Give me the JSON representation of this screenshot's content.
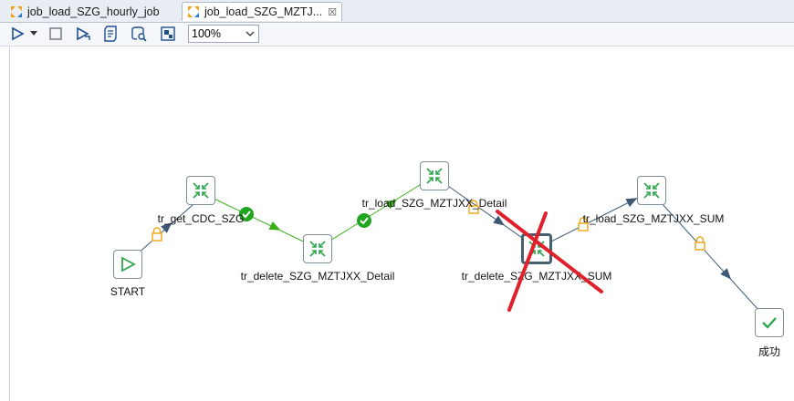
{
  "tabs": [
    {
      "label": "job_load_SZG_hourly_job",
      "active": false
    },
    {
      "label": "job_load_SZG_MZTJ...",
      "active": true,
      "close": "☒"
    }
  ],
  "toolbar": {
    "zoom_value": "100%",
    "buttons": [
      "run-icon",
      "run-dropdown-icon",
      "stop-icon",
      "replay-icon",
      "verify-icon",
      "preview-icon",
      "impact-analysis-icon"
    ]
  },
  "nodes": [
    {
      "id": "start",
      "label": "START",
      "type": "start"
    },
    {
      "id": "get_cdc",
      "label": "tr_get_CDC_SZG",
      "type": "transformation"
    },
    {
      "id": "delete_detail",
      "label": "tr_delete_SZG_MZTJXX_Detail",
      "type": "transformation"
    },
    {
      "id": "load_detail",
      "label": "tr_load_SZG_MZTJXX_Detail",
      "type": "transformation"
    },
    {
      "id": "delete_sum",
      "label": "tr_delete_SZG_MZTJXX_SUM",
      "type": "transformation",
      "selected": true,
      "disabled_mark": true
    },
    {
      "id": "load_sum",
      "label": "tr_load_SZG_MZTJXX_SUM",
      "type": "transformation"
    },
    {
      "id": "success",
      "label": "成功",
      "type": "success"
    }
  ],
  "hops": [
    {
      "from": "start",
      "to": "get_cdc",
      "kind": "unconditional"
    },
    {
      "from": "get_cdc",
      "to": "delete_detail",
      "kind": "success"
    },
    {
      "from": "delete_detail",
      "to": "load_detail",
      "kind": "success"
    },
    {
      "from": "load_detail",
      "to": "delete_sum",
      "kind": "unconditional"
    },
    {
      "from": "delete_sum",
      "to": "load_sum",
      "kind": "unconditional"
    },
    {
      "from": "load_sum",
      "to": "success",
      "kind": "unconditional"
    }
  ],
  "colors": {
    "success_hop": "#3ab01a",
    "unconditional_hop": "#3d5774",
    "lock": "#f0a820",
    "disabled_mark": "#e0202a",
    "node_icon": "#2fa84f"
  }
}
